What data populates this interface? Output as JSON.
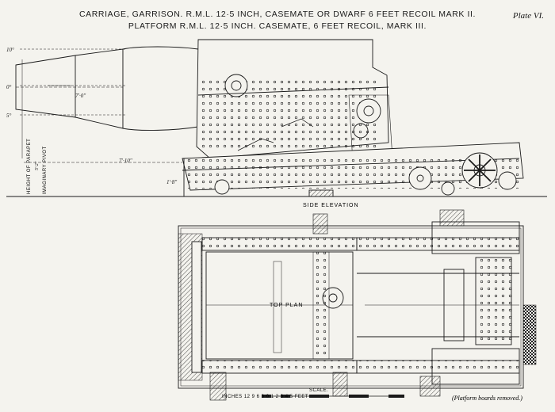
{
  "header": {
    "title_line1": "CARRIAGE, GARRISON. R.M.L. 12·5 INCH, CASEMATE OR DWARF 6 FEET RECOIL MARK II.",
    "title_line2": "PLATFORM R.M.L. 12·5 INCH. CASEMATE, 6 FEET RECOIL, MARK III.",
    "plate": "Plate VI."
  },
  "side_view": {
    "label": "SIDE ELEVATION",
    "dims": {
      "d10": "10°",
      "d0": "0°",
      "d5": "5°",
      "barrel": "7'·0\"",
      "height": "7'·10\"",
      "parapet": "HEIGHT OF PARAPET",
      "pivot": "IMAGINARY PIVOT",
      "ht_parapet": "5'·2\"",
      "ht_small": "1'·8\""
    }
  },
  "plan_view": {
    "label": "TOP PLAN",
    "scale_label": "SCALE.",
    "scale_text": "INCHES 12 9 6 3 0  1  2  3  4  5 FEET",
    "note": "(Platform boards removed.)"
  }
}
